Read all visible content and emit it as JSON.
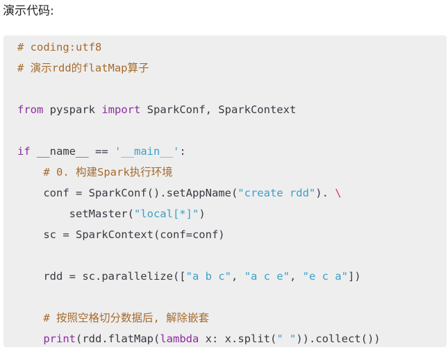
{
  "heading": "演示代码:",
  "code": {
    "language": "python",
    "lines": [
      [
        {
          "t": "cm",
          "v": "# coding:utf8"
        }
      ],
      [
        {
          "t": "cm",
          "v": "# 演示rdd的flatMap算子"
        }
      ],
      [],
      [
        {
          "t": "kw",
          "v": "from"
        },
        {
          "t": "pl",
          "v": " pyspark "
        },
        {
          "t": "kw",
          "v": "import"
        },
        {
          "t": "pl",
          "v": " SparkConf, SparkContext"
        }
      ],
      [],
      [
        {
          "t": "kw",
          "v": "if"
        },
        {
          "t": "pl",
          "v": " __name__ == "
        },
        {
          "t": "str",
          "v": "'__main__'"
        },
        {
          "t": "pl",
          "v": ":"
        }
      ],
      [
        {
          "t": "pl",
          "v": "    "
        },
        {
          "t": "cm",
          "v": "# 0. 构建Spark执行环境"
        }
      ],
      [
        {
          "t": "pl",
          "v": "    conf = SparkConf().setAppName("
        },
        {
          "t": "str",
          "v": "\"create rdd\""
        },
        {
          "t": "pl",
          "v": "). "
        },
        {
          "t": "esc",
          "v": "\\"
        }
      ],
      [
        {
          "t": "pl",
          "v": "        setMaster("
        },
        {
          "t": "str",
          "v": "\"local[*]\""
        },
        {
          "t": "pl",
          "v": ")"
        }
      ],
      [
        {
          "t": "pl",
          "v": "    sc = SparkContext(conf=conf)"
        }
      ],
      [],
      [
        {
          "t": "pl",
          "v": "    rdd = sc.parallelize(["
        },
        {
          "t": "str",
          "v": "\"a b c\""
        },
        {
          "t": "pl",
          "v": ", "
        },
        {
          "t": "str",
          "v": "\"a c e\""
        },
        {
          "t": "pl",
          "v": ", "
        },
        {
          "t": "str",
          "v": "\"e c a\""
        },
        {
          "t": "pl",
          "v": "])"
        }
      ],
      [],
      [
        {
          "t": "pl",
          "v": "    "
        },
        {
          "t": "cm",
          "v": "# 按照空格切分数据后, 解除嵌套"
        }
      ],
      [
        {
          "t": "pl",
          "v": "    "
        },
        {
          "t": "kw",
          "v": "print"
        },
        {
          "t": "pl",
          "v": "(rdd.flatMap("
        },
        {
          "t": "kw",
          "v": "lambda"
        },
        {
          "t": "pl",
          "v": " x: x.split("
        },
        {
          "t": "str",
          "v": "\" \""
        },
        {
          "t": "pl",
          "v": ")).collect())"
        }
      ]
    ]
  },
  "colors": {
    "background": "#eeeeee",
    "comment": "#a66a2c",
    "keyword": "#8a2d9c",
    "string": "#3aa0c8",
    "escape": "#e0305a",
    "plain": "#383a42"
  }
}
